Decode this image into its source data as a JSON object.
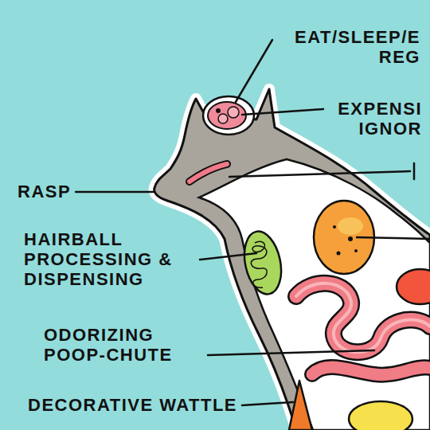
{
  "diagram": {
    "labels": [
      "EAT/SLEEP/E REG",
      "EXPENSI IGNOR",
      "RASP",
      "HAIRBALL PROCESSING & DISPENSING",
      "ODORIZING POOP-CHUTE",
      "DECORATIVE WATTLE"
    ]
  }
}
